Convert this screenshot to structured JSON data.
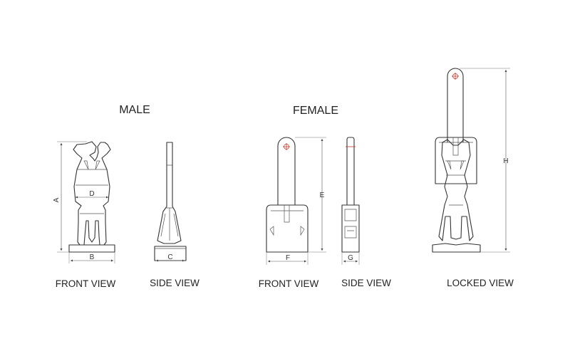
{
  "labels": {
    "male_heading": "MALE",
    "female_heading": "FEMALE",
    "male_front_caption": "FRONT VIEW",
    "male_side_caption": "SIDE VIEW",
    "female_front_caption": "FRONT VIEW",
    "female_side_caption": "SIDE VIEW",
    "locked_caption": "LOCKED VIEW"
  },
  "dimensions": {
    "a": "A",
    "b": "B",
    "c": "C",
    "d": "D",
    "e": "E",
    "f": "F",
    "g": "G",
    "h": "H"
  },
  "colors": {
    "line": "#333333",
    "pivot_marker": "#c0392b"
  }
}
